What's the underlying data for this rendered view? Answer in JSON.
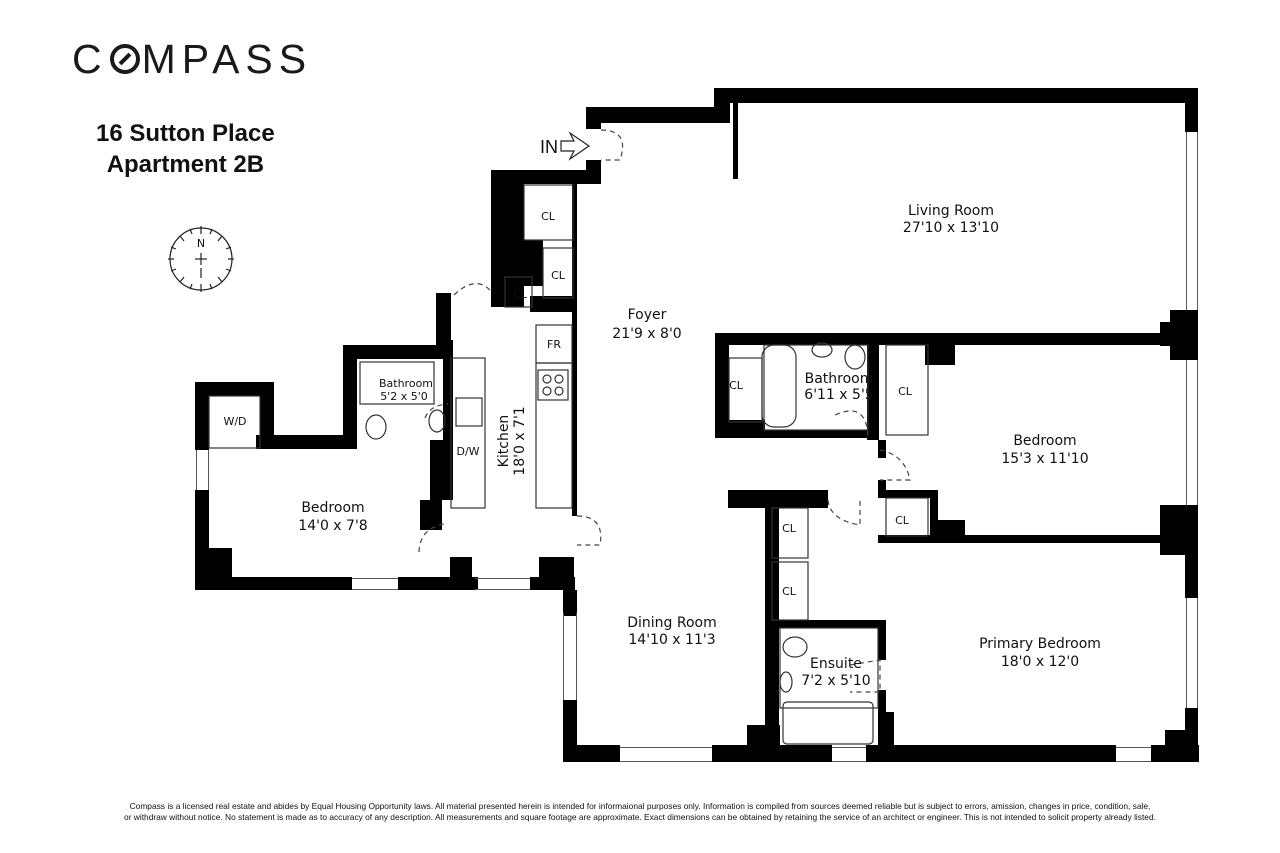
{
  "brand": {
    "logo_text_pre": "C",
    "logo_text_post": "MPASS"
  },
  "property": {
    "address_line1": "16 Sutton Place",
    "address_line2": "Apartment 2B"
  },
  "compass_rose": {
    "north_label": "N"
  },
  "entry": {
    "label": "IN"
  },
  "rooms": {
    "living_room": {
      "name": "Living Room",
      "dims": "27'10 x 13'10"
    },
    "foyer": {
      "name": "Foyer",
      "dims": "21'9 x 8'0"
    },
    "kitchen": {
      "name": "Kitchen",
      "dims": "18'0 x 7'1"
    },
    "bedroom_left": {
      "name": "Bedroom",
      "dims": "14'0 x 7'8"
    },
    "bathroom_left": {
      "name": "Bathroom",
      "dims": "5'2 x 5'0"
    },
    "bathroom_center": {
      "name": "Bathroom",
      "dims": "6'11 x 5'5"
    },
    "bedroom_right": {
      "name": "Bedroom",
      "dims": "15'3 x 11'10"
    },
    "dining_room": {
      "name": "Dining Room",
      "dims": "14'10 x 11'3"
    },
    "ensuite": {
      "name": "Ensuite",
      "dims": "7'2 x 5'10"
    },
    "primary_bedroom": {
      "name": "Primary Bedroom",
      "dims": "18'0 x 12'0"
    }
  },
  "fixtures": {
    "closet": "CL",
    "fridge": "FR",
    "dishwasher": "D/W",
    "washer_dryer": "W/D"
  },
  "disclaimer": {
    "line1": "Compass is a licensed real estate and abides by Equal Housing Opportunity laws. All material presented herein is intended for informaional purposes only. Information is compiled from sources deemed reliable but is subject to errors, amission, changes in price, condition, sale,",
    "line2": "or withdraw without notice. No statement is made as to accuracy of any description. All measurements and square footage are approximate. Exact dimensions can be obtained by retaining the service of an architect or engineer. This is not intended to solicit property already listed."
  }
}
